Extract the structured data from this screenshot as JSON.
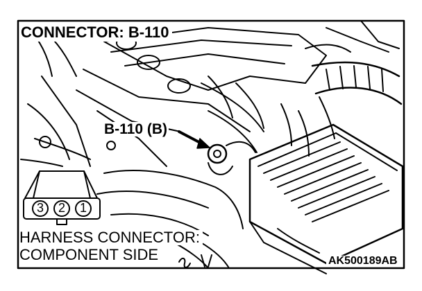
{
  "title": "CONNECTOR: B-110",
  "callout_label": "B-110 (B)",
  "harness_label": {
    "line1": "HARNESS CONNECTOR:",
    "line2": "COMPONENT SIDE"
  },
  "connector_pins": [
    "3",
    "2",
    "1"
  ],
  "figure_code": "AK500189AB"
}
